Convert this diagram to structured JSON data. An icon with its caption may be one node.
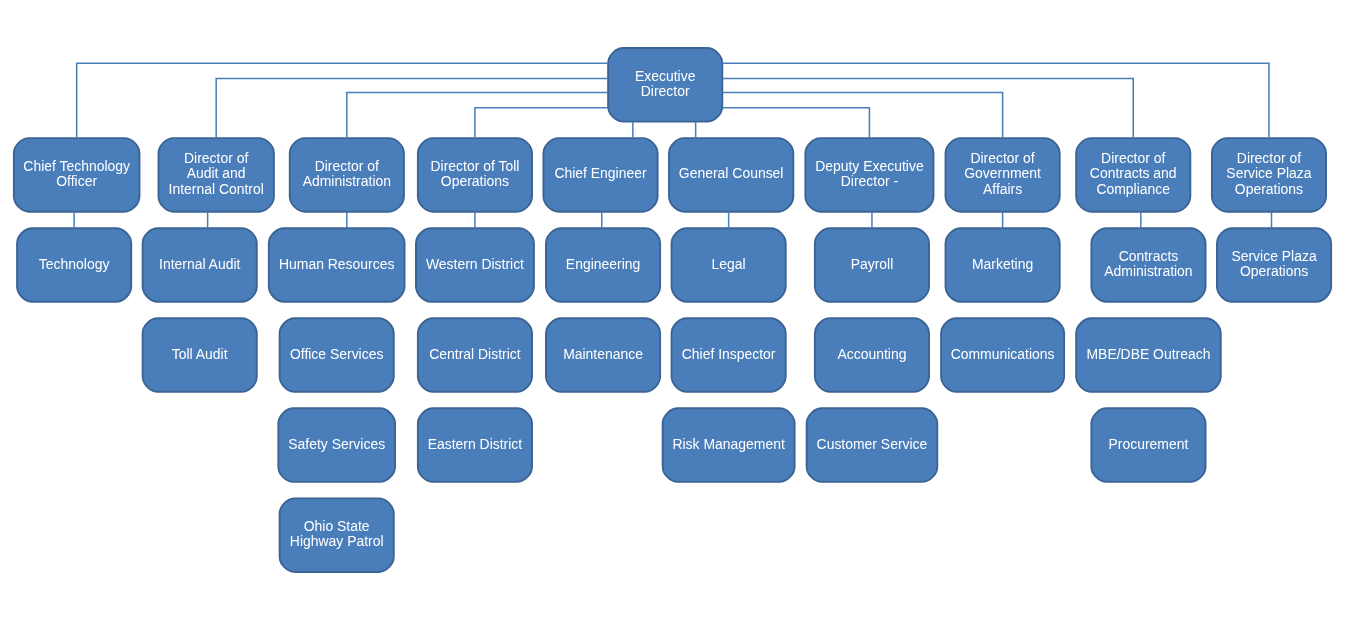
{
  "diagram": {
    "nodes": [
      {
        "text": [
          "Executive Director"
        ]
      },
      {
        "text": [
          "Chief Technology Officer"
        ]
      },
      {
        "text": [
          "Director of Audit and Internal Control"
        ]
      },
      {
        "text": [
          "Director of Administration"
        ]
      },
      {
        "text": [
          "Director of Toll Operations"
        ]
      },
      {
        "text": [
          "Chief Engineer"
        ]
      },
      {
        "text": [
          "General Counsel"
        ]
      },
      {
        "text": [
          "Deputy Executive Director -"
        ]
      },
      {
        "text": [
          "Director of Government Affairs"
        ]
      },
      {
        "text": [
          "Director of Contracts and Compliance"
        ]
      },
      {
        "text": [
          "Director of Service Plaza Operations"
        ]
      },
      {
        "text": [
          "Technology"
        ]
      },
      {
        "text": [
          "Internal Audit"
        ]
      },
      {
        "text": [
          "Toll Audit"
        ]
      },
      {
        "text": [
          "Human Resources"
        ]
      },
      {
        "text": [
          "Office Services"
        ]
      },
      {
        "text": [
          "Safety Services"
        ]
      },
      {
        "text": [
          "Ohio State Highway Patrol"
        ]
      },
      {
        "text": [
          "Western District"
        ]
      },
      {
        "text": [
          "Central District"
        ]
      },
      {
        "text": [
          "Eastern District"
        ]
      },
      {
        "text": [
          "Engineering"
        ]
      },
      {
        "text": [
          "Maintenance"
        ]
      },
      {
        "text": [
          "Legal"
        ]
      },
      {
        "text": [
          "Chief Inspector"
        ]
      },
      {
        "text": [
          "Risk Management"
        ]
      },
      {
        "text": [
          "Payroll"
        ]
      },
      {
        "text": [
          "Accounting"
        ]
      },
      {
        "text": [
          "Customer Service"
        ]
      },
      {
        "text": [
          "Marketing"
        ]
      },
      {
        "text": [
          "Communications"
        ]
      },
      {
        "text": [
          "Contracts Administration"
        ]
      },
      {
        "text": [
          "MBE/DBE Outreach"
        ]
      },
      {
        "text": [
          "Procurement"
        ]
      },
      {
        "text": [
          "Service Plaza Operations"
        ]
      }
    ],
    "edges": [
      {
        "from": 0,
        "to": 1,
        "arrow": "none"
      },
      {
        "from": 0,
        "to": 2,
        "arrow": "none"
      },
      {
        "from": 0,
        "to": 3,
        "arrow": "none"
      },
      {
        "from": 0,
        "to": 4,
        "arrow": "none"
      },
      {
        "from": 0,
        "to": 5,
        "arrow": "none"
      },
      {
        "from": 0,
        "to": 6,
        "arrow": "none"
      },
      {
        "from": 0,
        "to": 7,
        "arrow": "none"
      },
      {
        "from": 0,
        "to": 8,
        "arrow": "none"
      },
      {
        "from": 0,
        "to": 9,
        "arrow": "none"
      },
      {
        "from": 0,
        "to": 10,
        "arrow": "none"
      },
      {
        "from": 1,
        "to": 11,
        "arrow": "none"
      },
      {
        "from": 2,
        "to": 12,
        "arrow": "none"
      },
      {
        "from": 3,
        "to": 14,
        "arrow": "none"
      },
      {
        "from": 4,
        "to": 18,
        "arrow": "none"
      },
      {
        "from": 5,
        "to": 21,
        "arrow": "none"
      },
      {
        "from": 6,
        "to": 23,
        "arrow": "none"
      },
      {
        "from": 7,
        "to": 26,
        "arrow": "none"
      },
      {
        "from": 8,
        "to": 29,
        "arrow": "none"
      },
      {
        "from": 9,
        "to": 31,
        "arrow": "none"
      },
      {
        "from": 10,
        "to": 34,
        "arrow": "none"
      }
    ]
  }
}
